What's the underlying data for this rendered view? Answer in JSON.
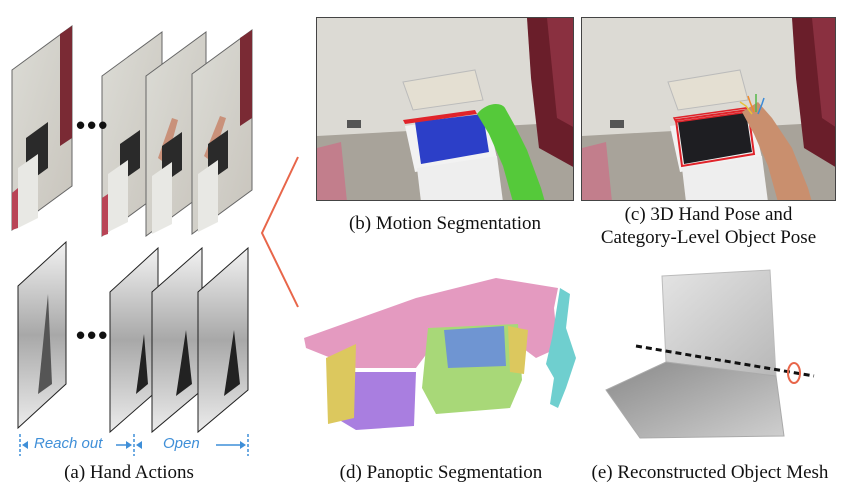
{
  "captions": {
    "hand_actions": "(a) Hand Actions",
    "motion_seg": "(b) Motion Segmentation",
    "pose_line1": "(c) 3D Hand Pose  and",
    "pose_line2": "Category-Level Object Pose",
    "panoptic": "(d) Panoptic Segmentation",
    "mesh": "(e) Reconstructed Object Mesh"
  },
  "ellipsis": "•••",
  "phases": {
    "reach_out": "Reach out",
    "open": "Open"
  },
  "colors": {
    "phase_text": "#3f8fd8",
    "connector": "#e8664a",
    "mask_blue": "#2c3fc8",
    "mask_green": "#55c93a",
    "bbox_red": "#e0232a",
    "seg_pink": "#e49ac0",
    "seg_purple": "#a97ee0",
    "seg_yellow": "#dcc85e",
    "seg_green": "#a8d878",
    "seg_blue": "#6f95d2",
    "seg_cyan": "#6fcfcf",
    "axis_ring": "#e8664a"
  }
}
